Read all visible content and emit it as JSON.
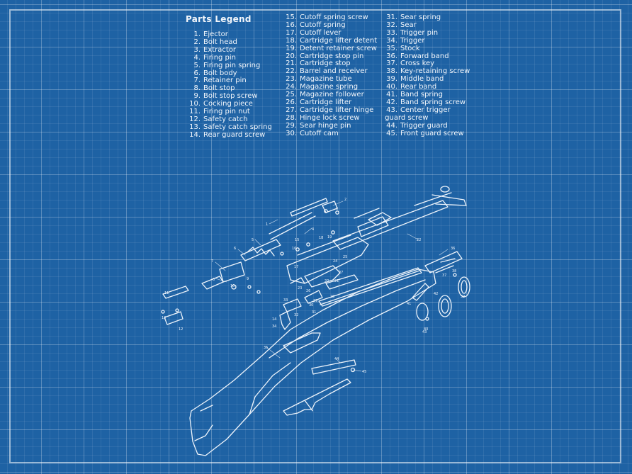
{
  "legend": {
    "title": "Parts  Legend",
    "items": [
      {
        "num": "1.",
        "name": "Ejector"
      },
      {
        "num": "2.",
        "name": "Bolt head"
      },
      {
        "num": "3.",
        "name": "Extractor"
      },
      {
        "num": "4.",
        "name": "Firing pin"
      },
      {
        "num": "5.",
        "name": "Firing pin spring"
      },
      {
        "num": "6.",
        "name": "Bolt body"
      },
      {
        "num": "7.",
        "name": "Retainer pin"
      },
      {
        "num": "8.",
        "name": "Bolt stop"
      },
      {
        "num": "9.",
        "name": "Bolt stop screw"
      },
      {
        "num": "10.",
        "name": "Cocking piece"
      },
      {
        "num": "11.",
        "name": "Firing pin nut"
      },
      {
        "num": "12.",
        "name": "Safety catch"
      },
      {
        "num": "13.",
        "name": "Safety catch spring"
      },
      {
        "num": "14.",
        "name": "Rear guard screw"
      },
      {
        "num": "15.",
        "name": "Cutoff spring screw"
      },
      {
        "num": "16.",
        "name": "Cutoff spring"
      },
      {
        "num": "17.",
        "name": "Cutoff lever"
      },
      {
        "num": "18.",
        "name": "Cartridge lifter detent"
      },
      {
        "num": "19.",
        "name": "Detent retainer screw"
      },
      {
        "num": "20.",
        "name": "Cartridge stop pin"
      },
      {
        "num": "21.",
        "name": "Cartridge stop"
      },
      {
        "num": "22.",
        "name": "Barrel and receiver"
      },
      {
        "num": "23.",
        "name": "Magazine tube"
      },
      {
        "num": "24.",
        "name": "Magazine spring"
      },
      {
        "num": "25.",
        "name": "Magazine follower"
      },
      {
        "num": "26.",
        "name": "Cartridge lifter"
      },
      {
        "num": "27.",
        "name": "Cartridge lifter hinge"
      },
      {
        "num": "28.",
        "name": "Hinge lock screw"
      },
      {
        "num": "29.",
        "name": "Sear hinge pin"
      },
      {
        "num": "30.",
        "name": "Cutoff cam"
      },
      {
        "num": "31.",
        "name": "Sear spring"
      },
      {
        "num": "32.",
        "name": "Sear"
      },
      {
        "num": "33.",
        "name": "Trigger pin"
      },
      {
        "num": "34.",
        "name": "Trigger"
      },
      {
        "num": "35.",
        "name": "Stock"
      },
      {
        "num": "36.",
        "name": "Forward band"
      },
      {
        "num": "37.",
        "name": "Cross key"
      },
      {
        "num": "38.",
        "name": "Key-retaining screw"
      },
      {
        "num": "39.",
        "name": "Middle band"
      },
      {
        "num": "40.",
        "name": "Rear band"
      },
      {
        "num": "41.",
        "name": "Band spring"
      },
      {
        "num": "42.",
        "name": "Band spring screw"
      },
      {
        "num": "43.",
        "name": "Center trigger\n guard screw"
      },
      {
        "num": "44.",
        "name": "Trigger guard"
      },
      {
        "num": "45.",
        "name": "Front guard screw"
      }
    ]
  },
  "callouts": [
    "1",
    "2",
    "3",
    "4",
    "5",
    "6",
    "7",
    "8",
    "9",
    "10",
    "11",
    "12",
    "13",
    "14",
    "15",
    "16",
    "17",
    "18",
    "19",
    "20",
    "21",
    "22",
    "23",
    "24",
    "25",
    "26",
    "27",
    "28",
    "29",
    "30",
    "31",
    "32",
    "33",
    "34",
    "35",
    "36",
    "37",
    "38",
    "39",
    "40",
    "41",
    "42",
    "43",
    "44",
    "45"
  ],
  "colors": {
    "background": "#1e62a4",
    "line": "#eef4fb"
  }
}
